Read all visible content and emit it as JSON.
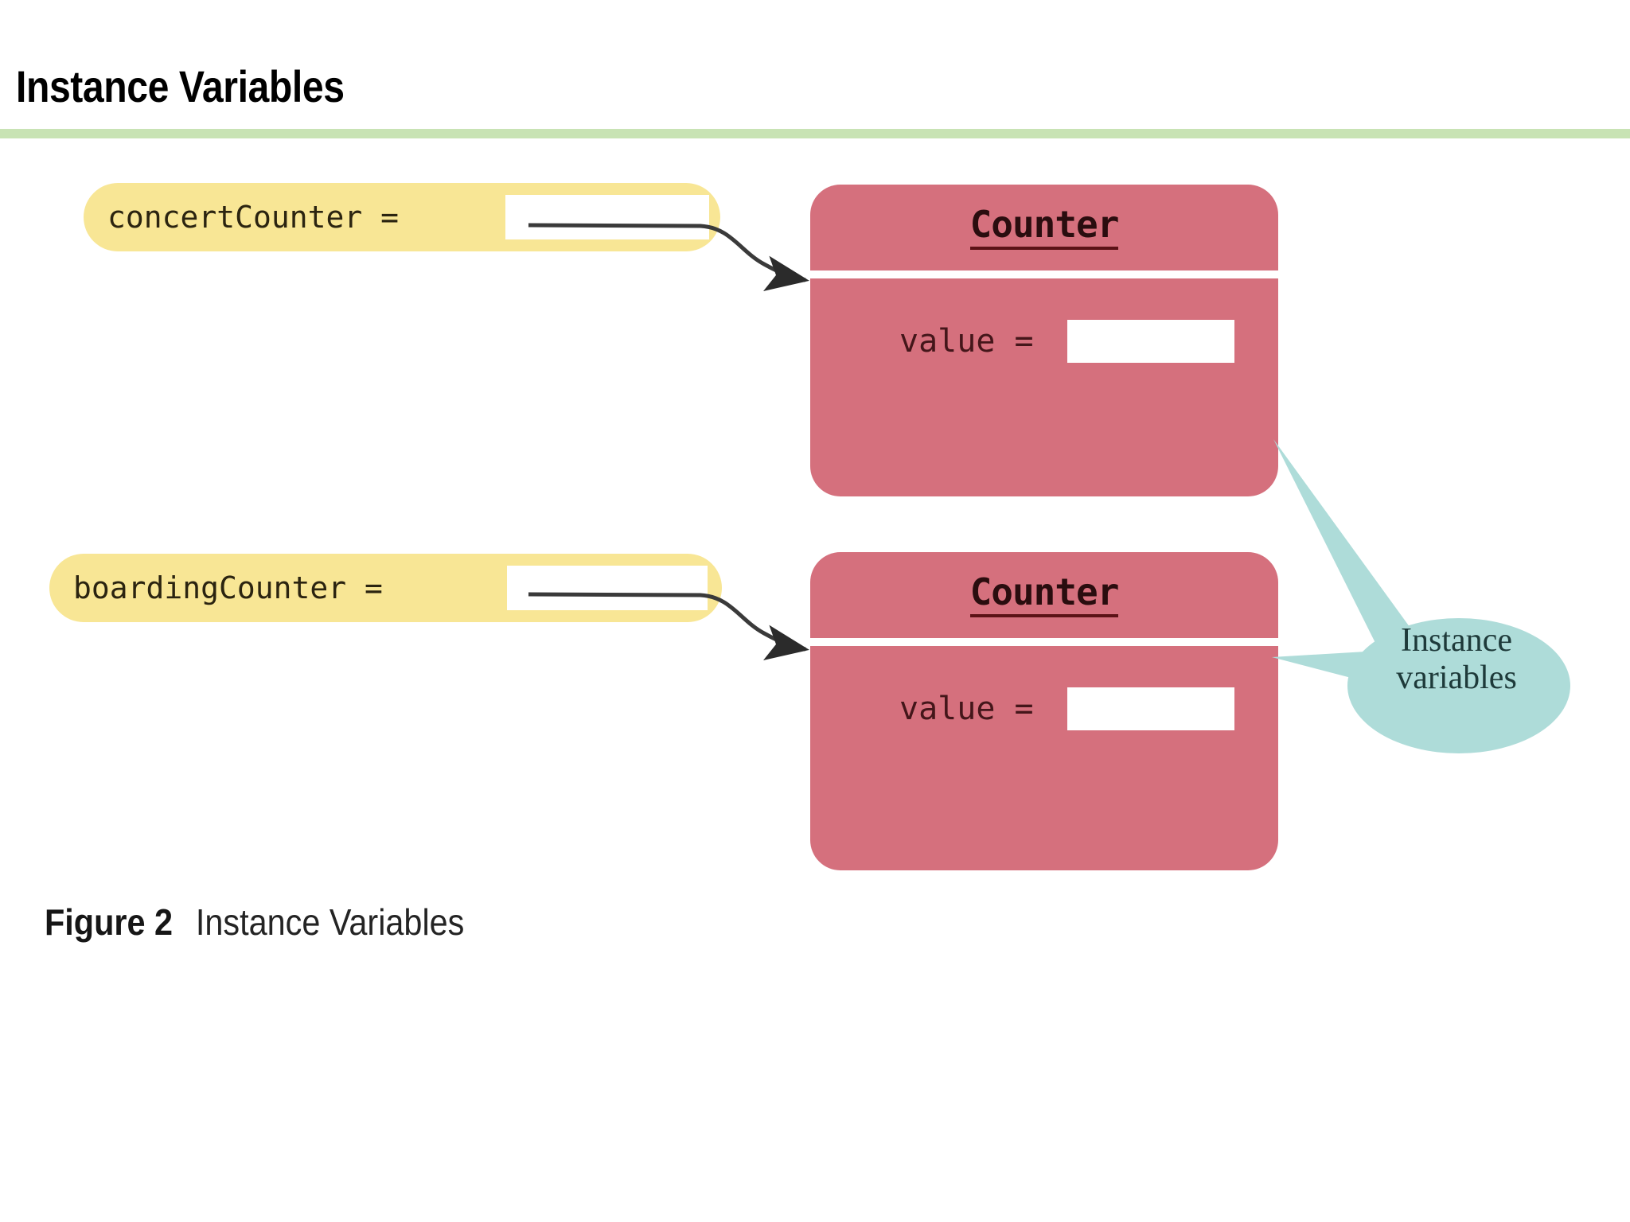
{
  "slide": {
    "title": "Instance Variables",
    "divider_color": "#c8e3b4",
    "background_color": "#ffffff"
  },
  "figure": {
    "caption_label": "Figure 2",
    "caption_title": "Instance Variables",
    "colors": {
      "object_box": "#d5707d",
      "variable_pill": "#f8e695",
      "callout_bubble": "#aedcd9",
      "slot": "#ffffff",
      "arrow": "#333333"
    },
    "variables": [
      {
        "name": "concertCounter =",
        "slot_value": "",
        "points_to": "counter-object-1"
      },
      {
        "name": "boardingCounter =",
        "slot_value": "",
        "points_to": "counter-object-2"
      }
    ],
    "objects": [
      {
        "class_name": "Counter",
        "fields": [
          {
            "name": "value =",
            "slot_value": ""
          }
        ]
      },
      {
        "class_name": "Counter",
        "fields": [
          {
            "name": "value =",
            "slot_value": ""
          }
        ]
      }
    ],
    "callout": {
      "line1": "Instance",
      "line2": "variables",
      "targets": [
        "counter-object-1-value",
        "counter-object-2-value"
      ]
    }
  }
}
